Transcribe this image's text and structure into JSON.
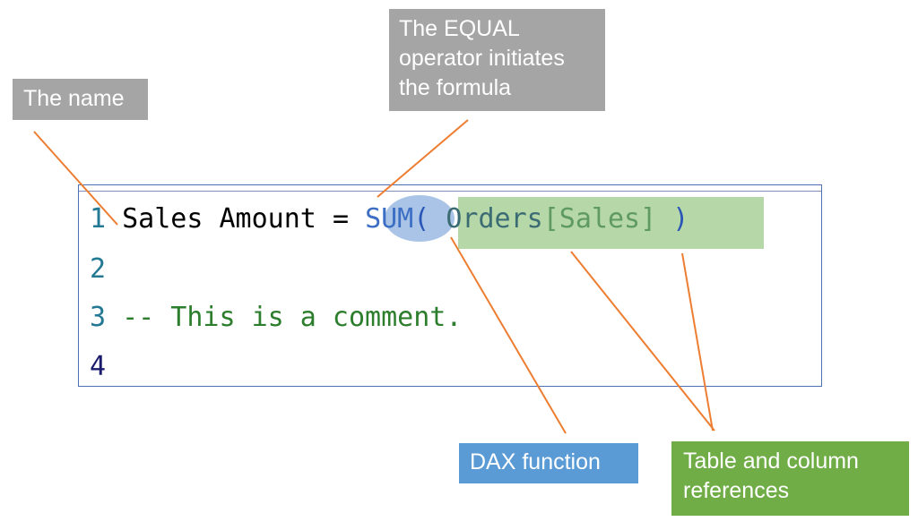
{
  "callouts": {
    "name": "The name",
    "equal": [
      "The EQUAL",
      "operator initiates",
      "the formula"
    ],
    "dax": "DAX function",
    "references": [
      "Table and column",
      "references"
    ]
  },
  "editor": {
    "lines": [
      {
        "number": "1",
        "name": "Sales Amount",
        "equals": "=",
        "function": "SUM",
        "open_paren": "(",
        "table": "Orders",
        "column": "[Sales]",
        "close_paren": ")"
      },
      {
        "number": "2"
      },
      {
        "number": "3",
        "comment": "-- This is a comment."
      },
      {
        "number": "4"
      }
    ]
  },
  "colors": {
    "gray_callout": "#a5a5a5",
    "blue_callout": "#5b9bd5",
    "green_callout": "#70ad47",
    "connector": "#ed7d31"
  }
}
